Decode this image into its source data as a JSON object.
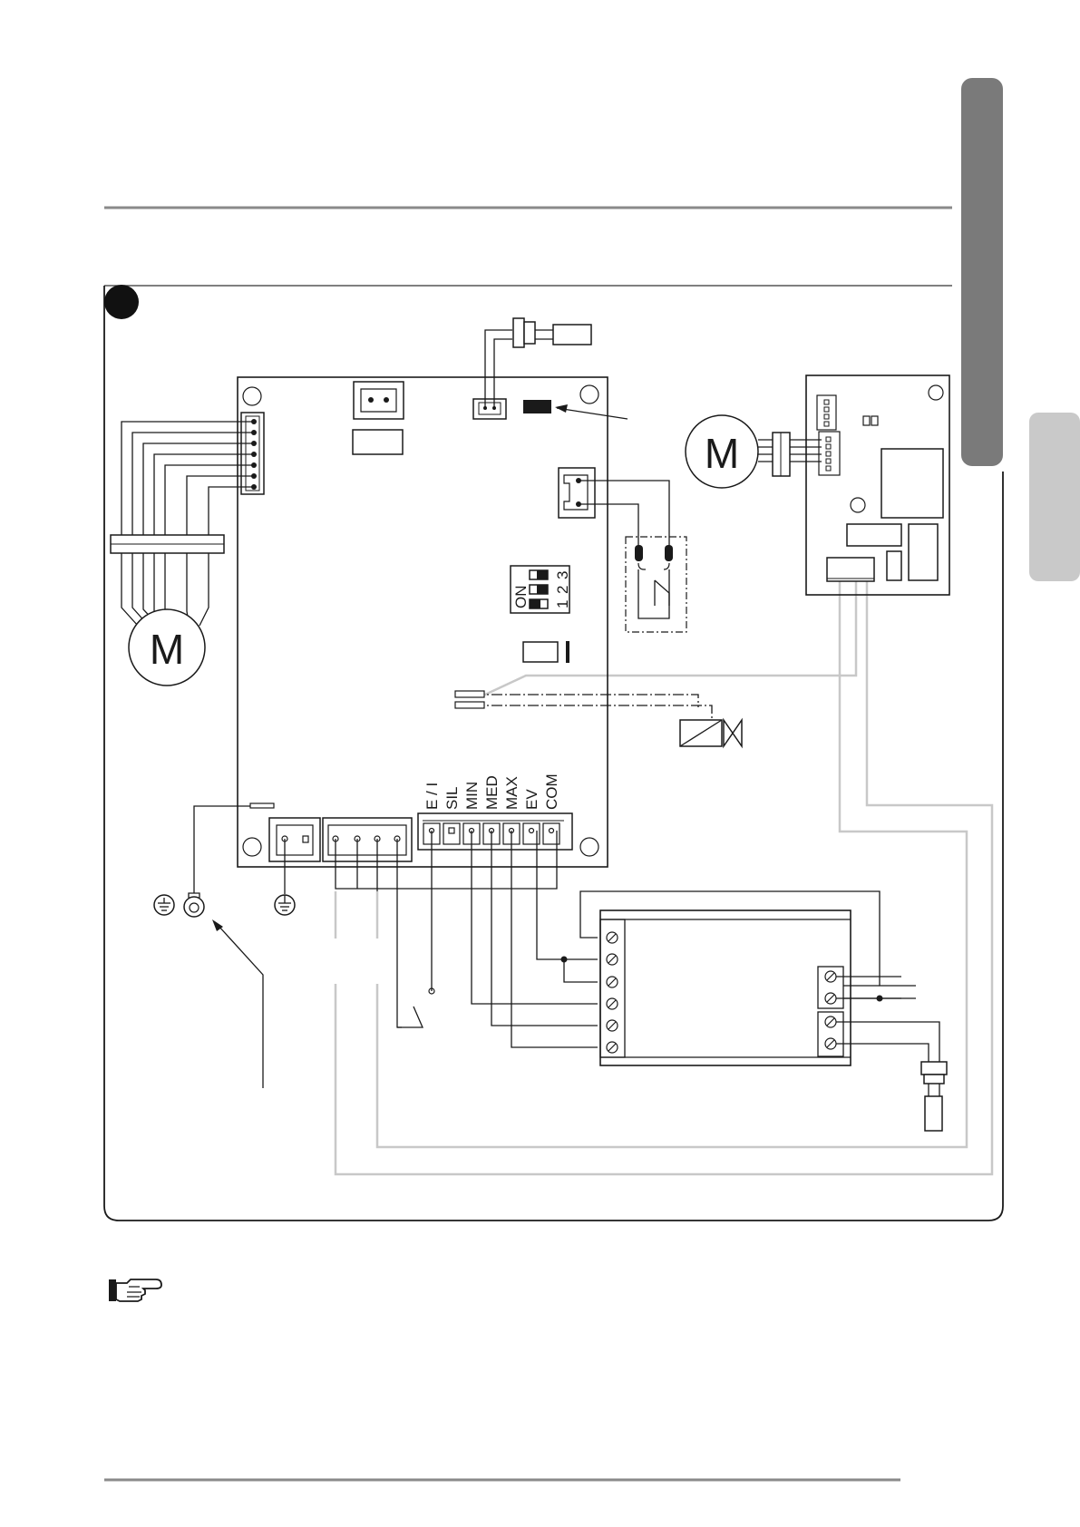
{
  "motor_symbol": "M",
  "dip_switch": {
    "on_label": "ON",
    "positions": [
      "1",
      "2",
      "3"
    ]
  },
  "terminal_labels": [
    "E / I",
    "SIL",
    "MIN",
    "MED",
    "MAX",
    "EV",
    "COM"
  ],
  "icons": {
    "note": "pointing-hand-icon",
    "earth": "ground-icon",
    "lug": "ring-terminal-icon",
    "valve": "solenoid-valve-icon",
    "screw": "screw-terminal-icon"
  },
  "colors": {
    "ink": "#1a1a1a",
    "rule": "#8a8a8a",
    "tab": "#7a7a7a",
    "tab_light": "#c9c9c9",
    "wire_gray": "#c8c8c8",
    "figure_marker": "#111111"
  }
}
